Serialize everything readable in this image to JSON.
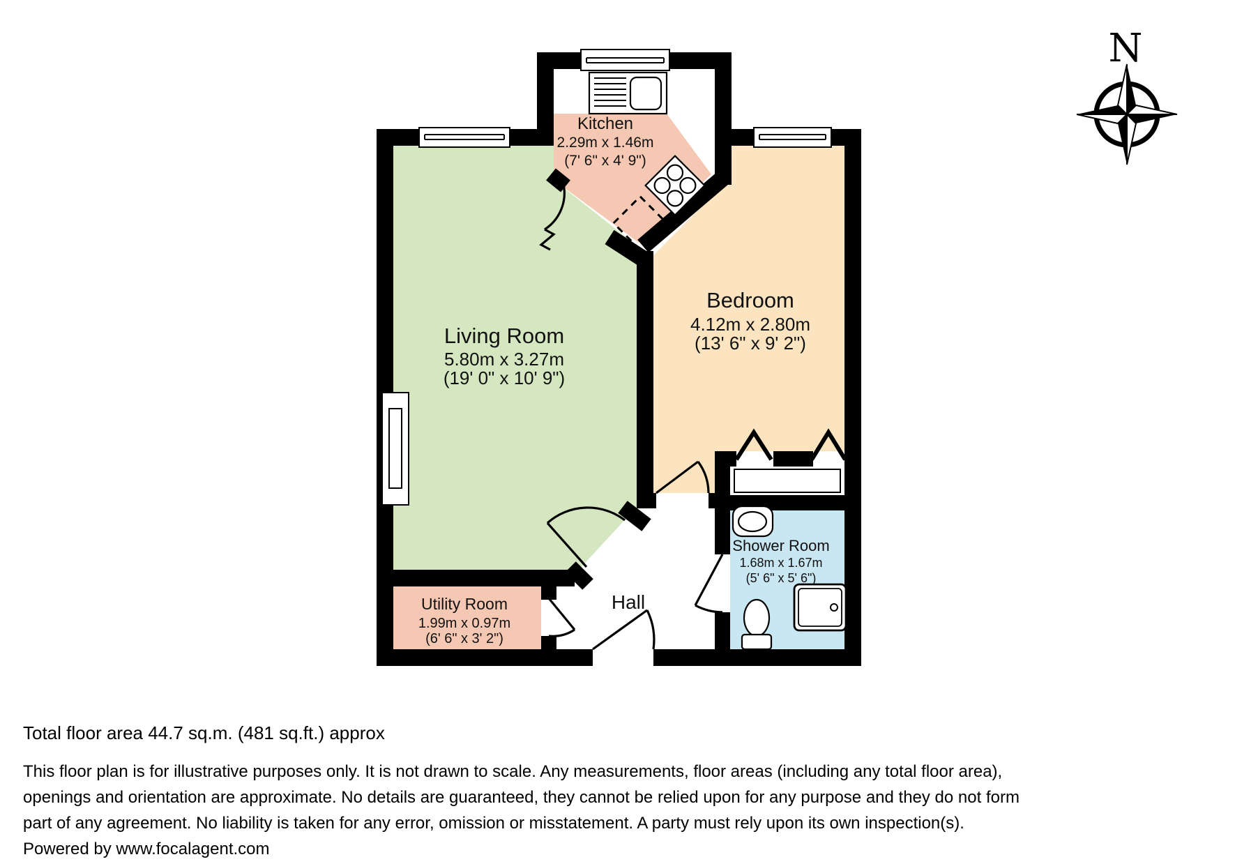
{
  "footer": {
    "total_area": "Total floor area 44.7 sq.m. (481 sq.ft.) approx",
    "disclaimer_lines": [
      "This floor plan is for illustrative purposes only. It is not drawn to scale. Any measurements, floor areas (including any total floor area),",
      "openings and orientation are approximate. No details are guaranteed, they cannot be relied upon for any purpose and they do not form",
      "part of any agreement. No liability is taken for any error, omission or misstatement. A party must rely upon its own inspection(s).",
      "Powered by www.focalagent.com"
    ]
  },
  "compass": {
    "north_label": "N"
  },
  "rooms": [
    {
      "id": "living-room",
      "name": "Living Room",
      "metric": "5.80m x 3.27m",
      "imperial": "(19' 0\" x 10' 9\")",
      "color": "#d4e7c1"
    },
    {
      "id": "kitchen",
      "name": "Kitchen",
      "metric": "2.29m x 1.46m",
      "imperial": "(7' 6\" x 4' 9\")",
      "color": "#f5c8b3"
    },
    {
      "id": "bedroom",
      "name": "Bedroom",
      "metric": "4.12m x 2.80m",
      "imperial": "(13' 6\" x 9' 2\")",
      "color": "#fce4c0"
    },
    {
      "id": "shower-room",
      "name": "Shower Room",
      "metric": "1.68m x 1.67m",
      "imperial": "(5' 6\" x 5' 6\")",
      "color": "#c9e7f2"
    },
    {
      "id": "utility-room",
      "name": "Utility Room",
      "metric": "1.99m x 0.97m",
      "imperial": "(6' 6\" x 3' 2\")",
      "color": "#f5c8b3"
    },
    {
      "id": "hall",
      "name": "Hall"
    }
  ],
  "colors": {
    "wall": "#000000",
    "fixture_fill": "#ffffff"
  }
}
